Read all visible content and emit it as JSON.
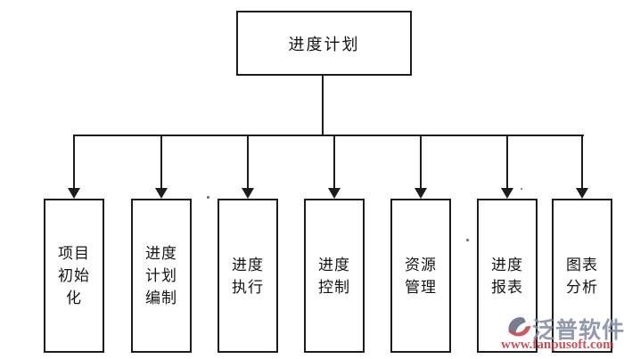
{
  "diagram": {
    "root": {
      "label": "进度计划"
    },
    "children": [
      {
        "label": "项目初始化",
        "lines": [
          "项目",
          "初始",
          "化"
        ]
      },
      {
        "label": "进度计划编制",
        "lines": [
          "进度",
          "计划",
          "编制"
        ]
      },
      {
        "label": "进度执行",
        "lines": [
          "进度",
          "执行"
        ]
      },
      {
        "label": "进度控制",
        "lines": [
          "进度",
          "控制"
        ]
      },
      {
        "label": "资源管理",
        "lines": [
          "资源",
          "管理"
        ]
      },
      {
        "label": "进度报表",
        "lines": [
          "进度",
          "报表"
        ]
      },
      {
        "label": "图表分析",
        "lines": [
          "图表",
          "分析"
        ]
      }
    ]
  },
  "watermark": {
    "brand": "泛普软件",
    "url": "www.fanpusoft.com",
    "brand_color": "#838aa2",
    "url_color": "#c2333c"
  },
  "colors": {
    "background": "#ffffff",
    "line": "#1c1c1c",
    "text": "#141414"
  }
}
